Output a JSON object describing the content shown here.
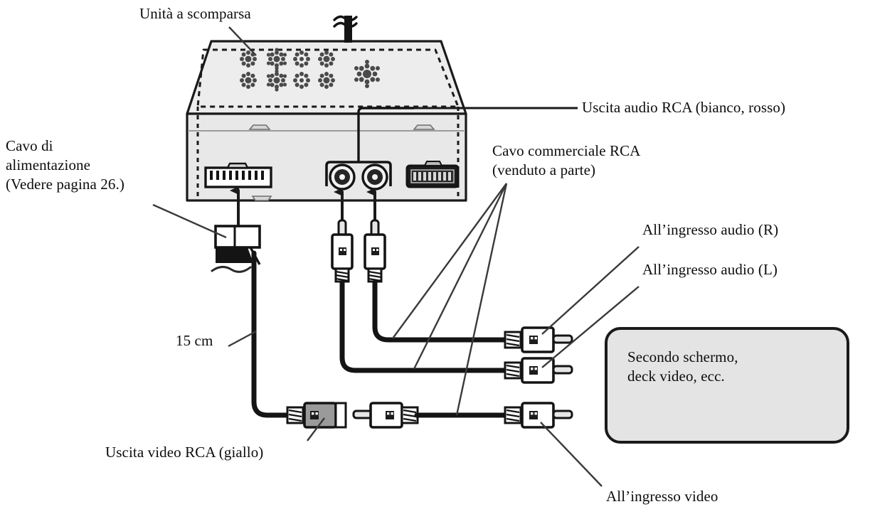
{
  "diagram": {
    "title": "Collegamento uscite RCA audio/video",
    "language": "it",
    "colors": {
      "line": "#1a1a1a",
      "body_fill": "#e8e8e8",
      "body_top_fill": "#ededed",
      "screen_fill": "#e4e4e4",
      "plug_grey": "#9a9a9a",
      "background": "#ffffff"
    }
  },
  "labels": {
    "hideaway_unit": "Unità a scomparsa",
    "power_cord_l1": "Cavo di",
    "power_cord_l2": "alimentazione",
    "power_cord_l3": "(Vedere pagina 26.)",
    "rca_audio_output": "Uscita audio RCA (bianco, rosso)",
    "commercial_rca_l1": "Cavo commerciale RCA",
    "commercial_rca_l2": "(venduto a parte)",
    "to_audio_input_r": "All’ingresso audio (R)",
    "to_audio_input_l": "All’ingresso audio (L)",
    "length_15cm": "15 cm",
    "rca_video_output": "Uscita video RCA (giallo)",
    "to_video_input": "All’ingresso video",
    "second_screen_l1": "Secondo schermo,",
    "second_screen_l2": "deck video, ecc."
  },
  "parts": {
    "unit_name": "hideaway-unit",
    "power_connector": "power-harness-connector",
    "rca_jacks": [
      "rca-jack-left",
      "rca-jack-right"
    ],
    "iso_connector": "iso-connector",
    "antenna": "antenna-lead",
    "plugs": [
      "rca-plug-audio-unit-left",
      "rca-plug-audio-unit-right",
      "rca-plug-audio-r",
      "rca-plug-audio-l",
      "rca-plug-video-out",
      "rca-plug-video-mid",
      "rca-plug-video-in"
    ],
    "device_box": "second-screen-box"
  }
}
